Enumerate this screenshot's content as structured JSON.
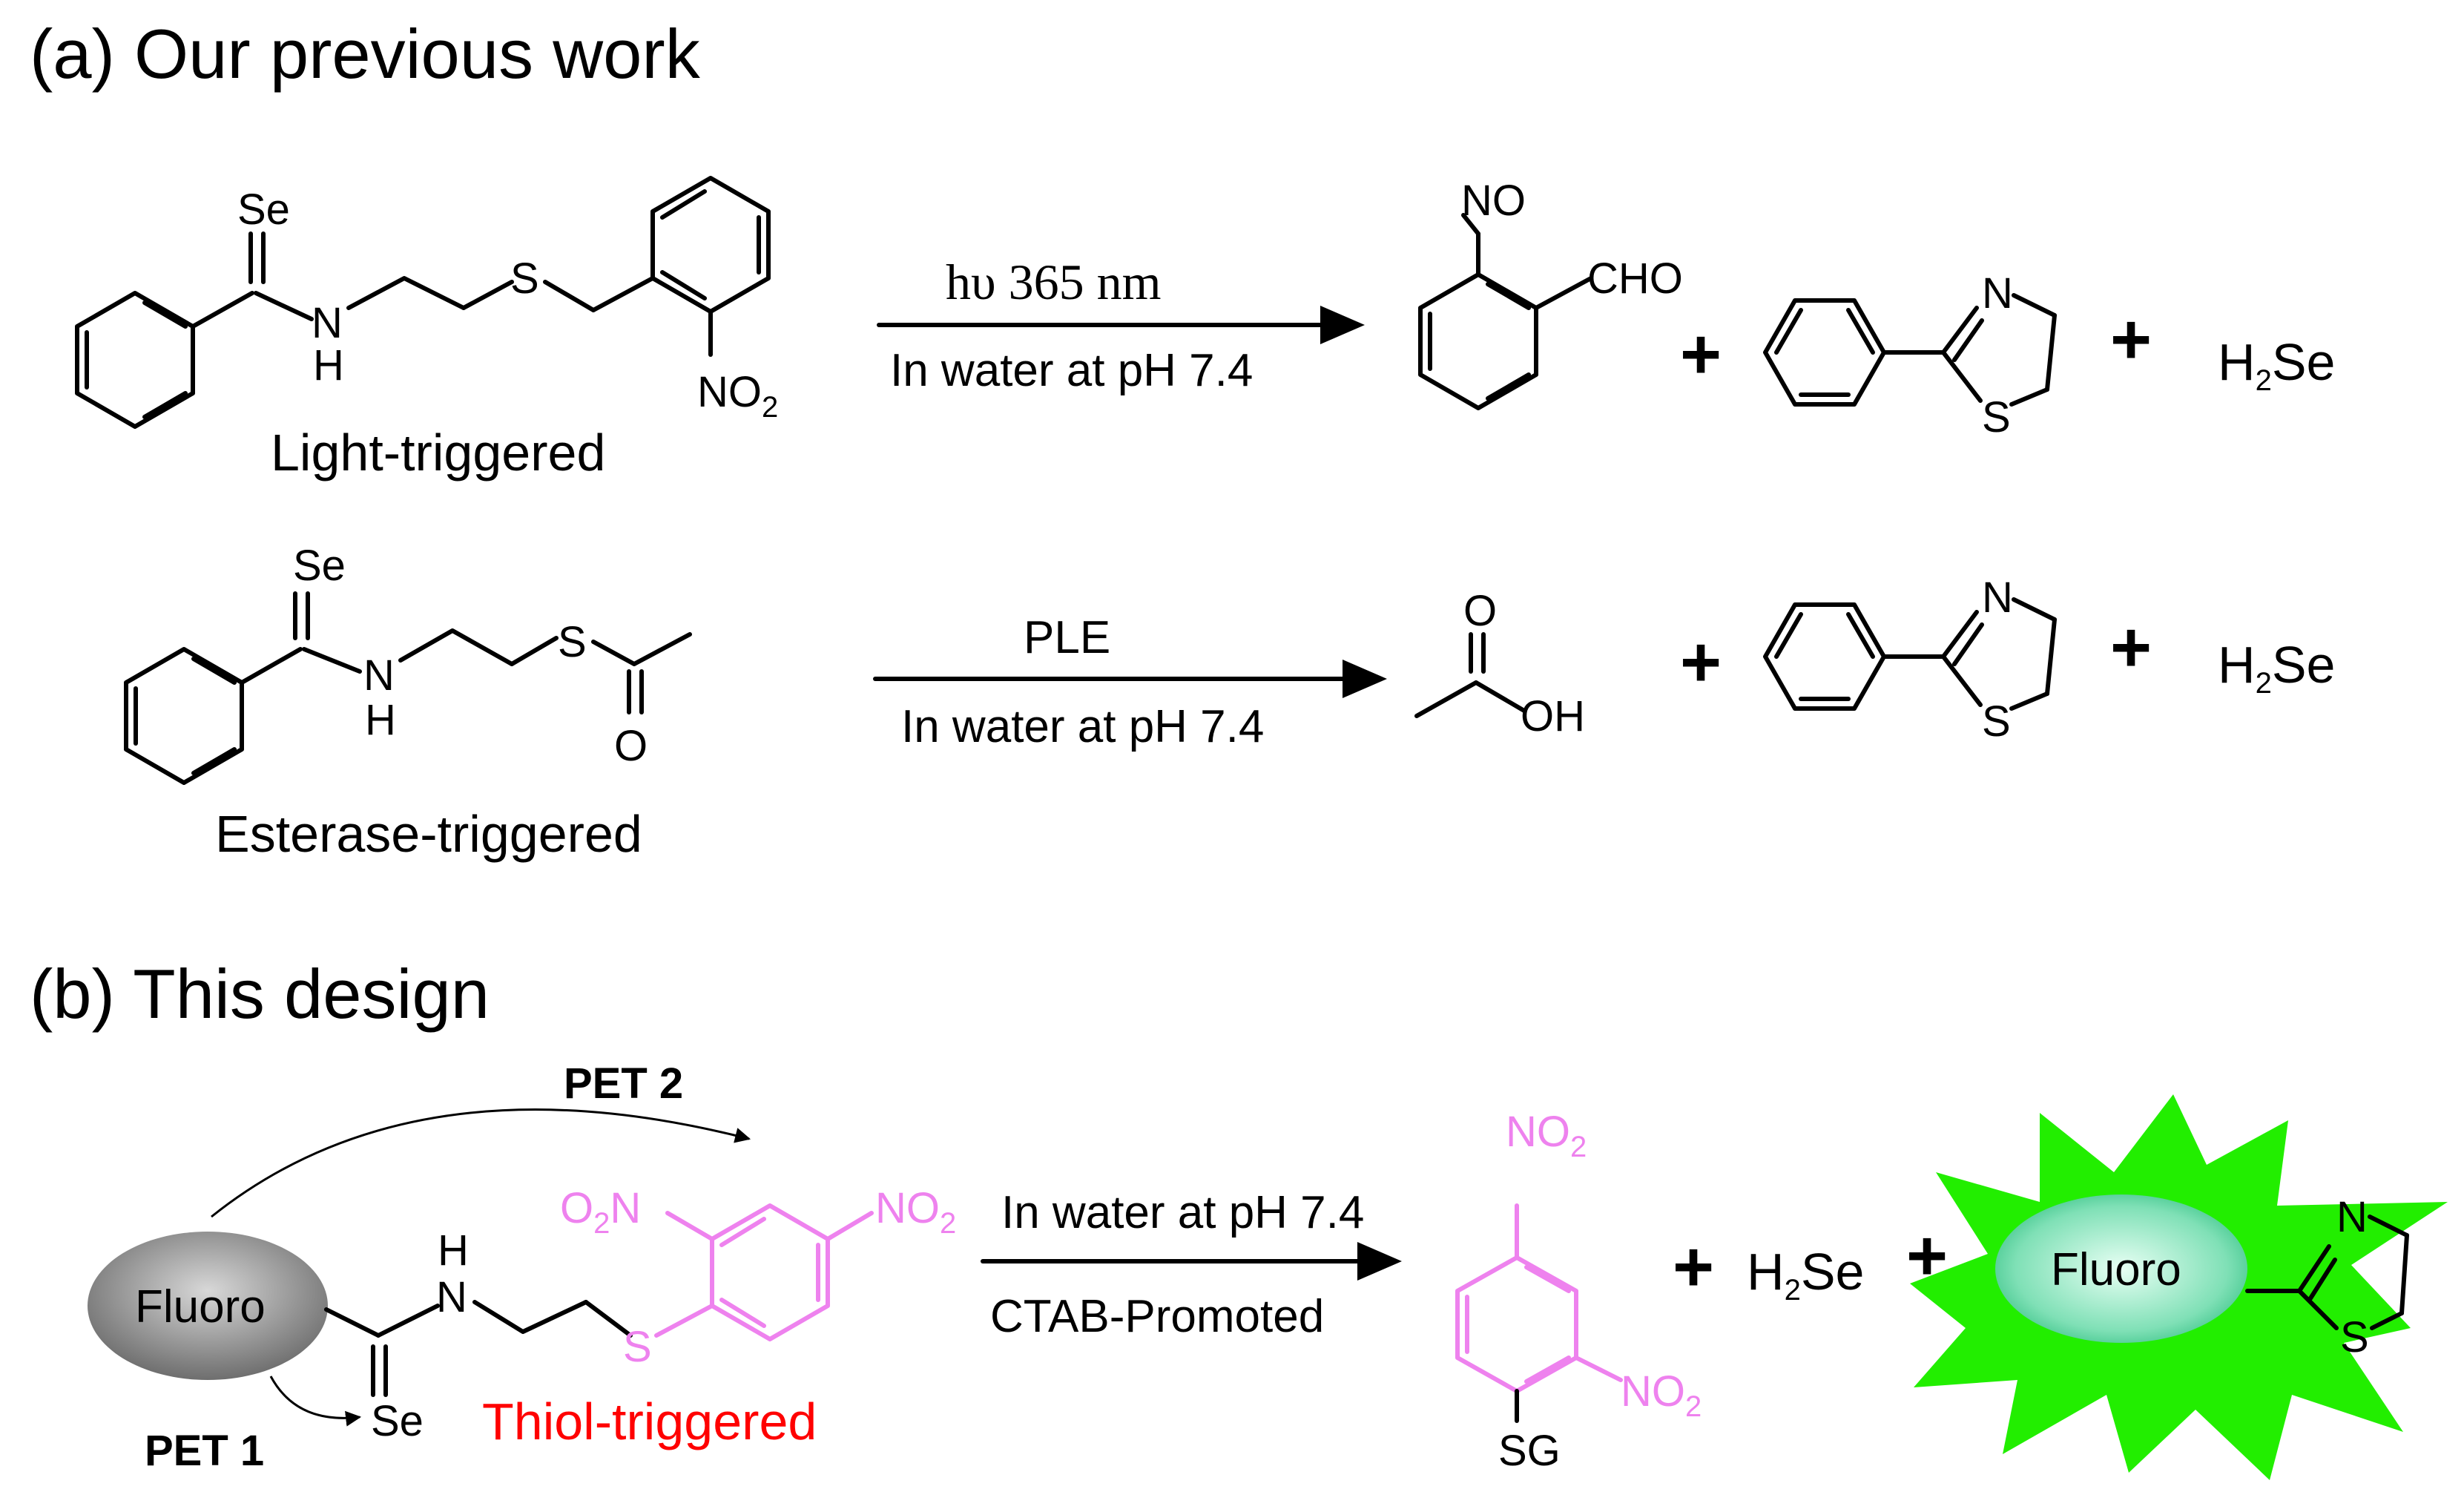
{
  "headings": {
    "a": "(a) Our previous work",
    "b": "(b) This design"
  },
  "captions": {
    "light": "Light-triggered",
    "esterase": "Esterase-triggered",
    "thiol": "Thiol-triggered"
  },
  "conditions": {
    "r1_top": "hυ 365 nm",
    "r1_bottom": "In water at pH 7.4",
    "r2_top": "PLE",
    "r2_bottom": "In water at pH 7.4",
    "r3_top": "In water at pH 7.4",
    "r3_bottom": "CTAB-Promoted"
  },
  "labels": {
    "pet1": "PET 1",
    "pet2": "PET 2",
    "fluoro": "Fluoro",
    "h2se_h": "H",
    "h2se_sub": "2",
    "h2se_se": "Se",
    "plus": "+"
  },
  "atoms": {
    "se": "Se",
    "n": "N",
    "h": "H",
    "s": "S",
    "no": "NO",
    "cho": "CHO",
    "o": "O",
    "oh": "OH",
    "no2_main": "NO",
    "no2_sub": "2",
    "o2n_main": "O",
    "o2n_sub": "2",
    "o2n_tail": "N",
    "sg": "SG"
  },
  "colors": {
    "highlight": "#ee82ee",
    "thiol_text": "#ff0000",
    "burst": "#22ee00",
    "fluoro_gray": "#7a7a7a"
  }
}
